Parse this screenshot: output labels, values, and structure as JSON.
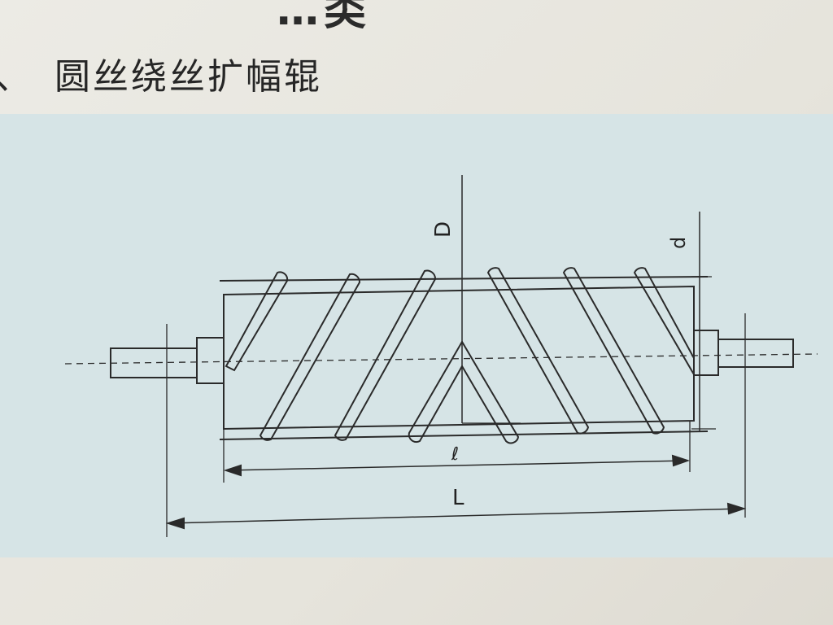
{
  "page": {
    "top_heading": "…类",
    "section_bullet": "、",
    "section_title": "圆丝绕丝扩幅辊"
  },
  "diagram": {
    "labels": {
      "outer_diameter": "D",
      "shaft_diameter": "d",
      "roll_face_length": "ℓ",
      "total_length": "L"
    },
    "colors": {
      "panel": "#d6e4e6",
      "line": "#2a2a2a",
      "page": "#e8e6df"
    }
  }
}
